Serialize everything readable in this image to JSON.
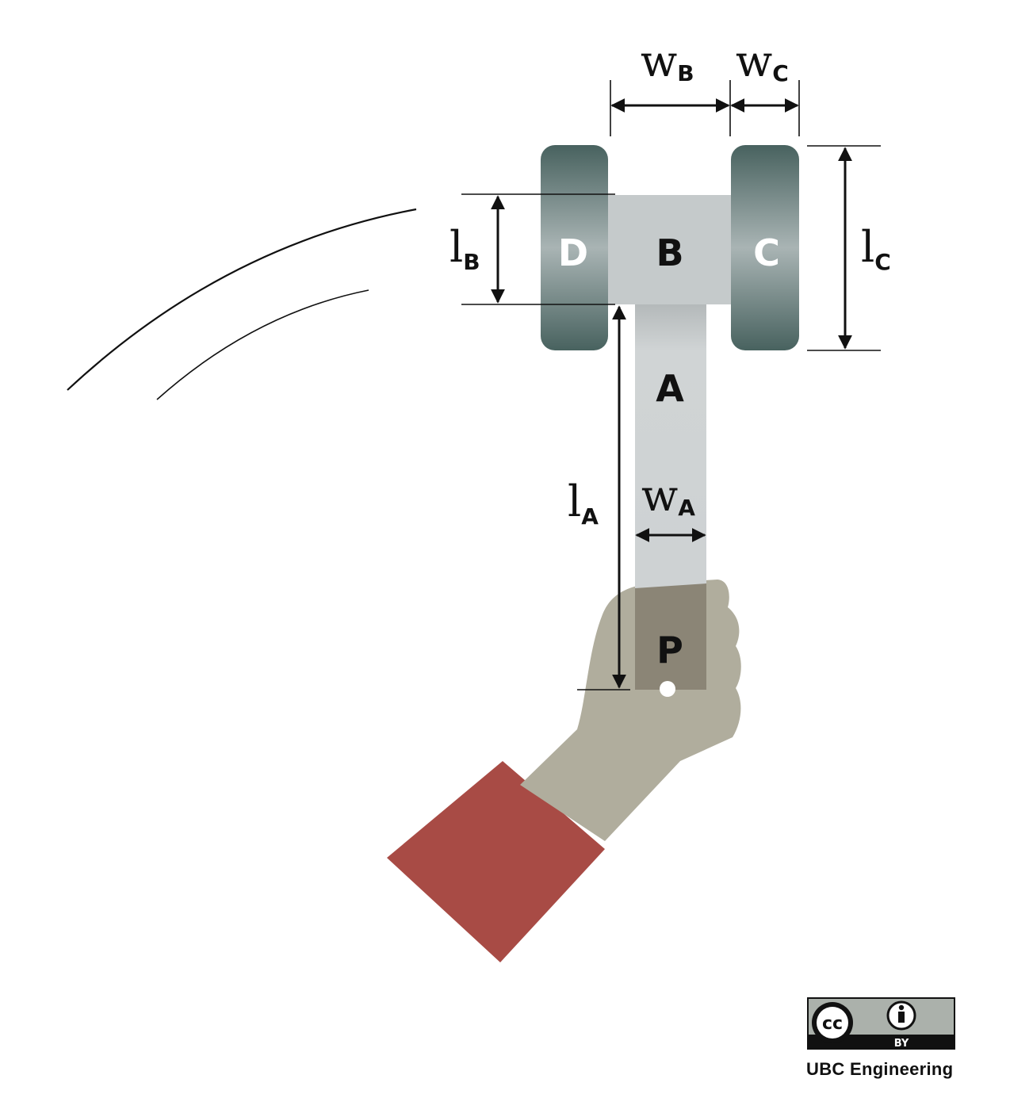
{
  "parts": {
    "handle": "A",
    "crossbar": "B",
    "right_wheel": "C",
    "left_wheel": "D",
    "pivot": "P"
  },
  "dimensions": {
    "w_B": {
      "main": "w",
      "sub": "B"
    },
    "w_C": {
      "main": "w",
      "sub": "C"
    },
    "l_B": {
      "main": "l",
      "sub": "B"
    },
    "l_C": {
      "main": "l",
      "sub": "C"
    },
    "l_A": {
      "main": "l",
      "sub": "A"
    },
    "w_A": {
      "main": "w",
      "sub": "A"
    }
  },
  "license": {
    "cc_glyph": "cc",
    "by_label": "BY"
  },
  "credit": "UBC Engineering",
  "colors": {
    "wheel_dark": "#4a6466",
    "wheel_light": "#a9b4b4",
    "crossbar": "#c5cacb",
    "handle": "#cfd3d4",
    "hand": "#b0ad9d",
    "sleeve": "#a84b45",
    "hand_overlap": "#8b8576"
  }
}
